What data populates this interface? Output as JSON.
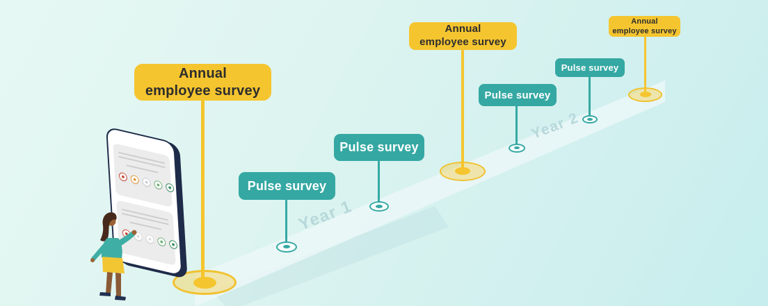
{
  "signs": [
    {
      "type": "annual",
      "line1": "Annual",
      "line2": "employee survey"
    },
    {
      "type": "pulse",
      "label": "Pulse survey"
    },
    {
      "type": "pulse",
      "label": "Pulse survey"
    },
    {
      "type": "annual",
      "line1": "Annual",
      "line2": "employee survey"
    },
    {
      "type": "pulse",
      "label": "Pulse survey"
    },
    {
      "type": "pulse",
      "label": "Pulse survey"
    },
    {
      "type": "annual",
      "line1": "Annual",
      "line2": "employee survey"
    }
  ],
  "timeline": {
    "year1": "Year 1",
    "year2": "Year 2"
  },
  "colors": {
    "annual_yellow": "#F5C52F",
    "pulse_teal": "#35A8A3",
    "sign_text_dark": "#2D2D2D",
    "phone_edge": "#1E2B49",
    "background_start": "#E6F8F4",
    "background_end": "#C7EDEE",
    "band": "#EDF7F8"
  },
  "phone": {
    "rating_colors_row1": [
      "#C94F3F",
      "#E09A3F",
      "#C9CDD1",
      "#74B27B",
      "#3E8E63"
    ],
    "rating_colors_row2": [
      "#C94F3F",
      "#DCDCDC",
      "#DCDCDC",
      "#74B27B",
      "#3E8E63"
    ]
  }
}
